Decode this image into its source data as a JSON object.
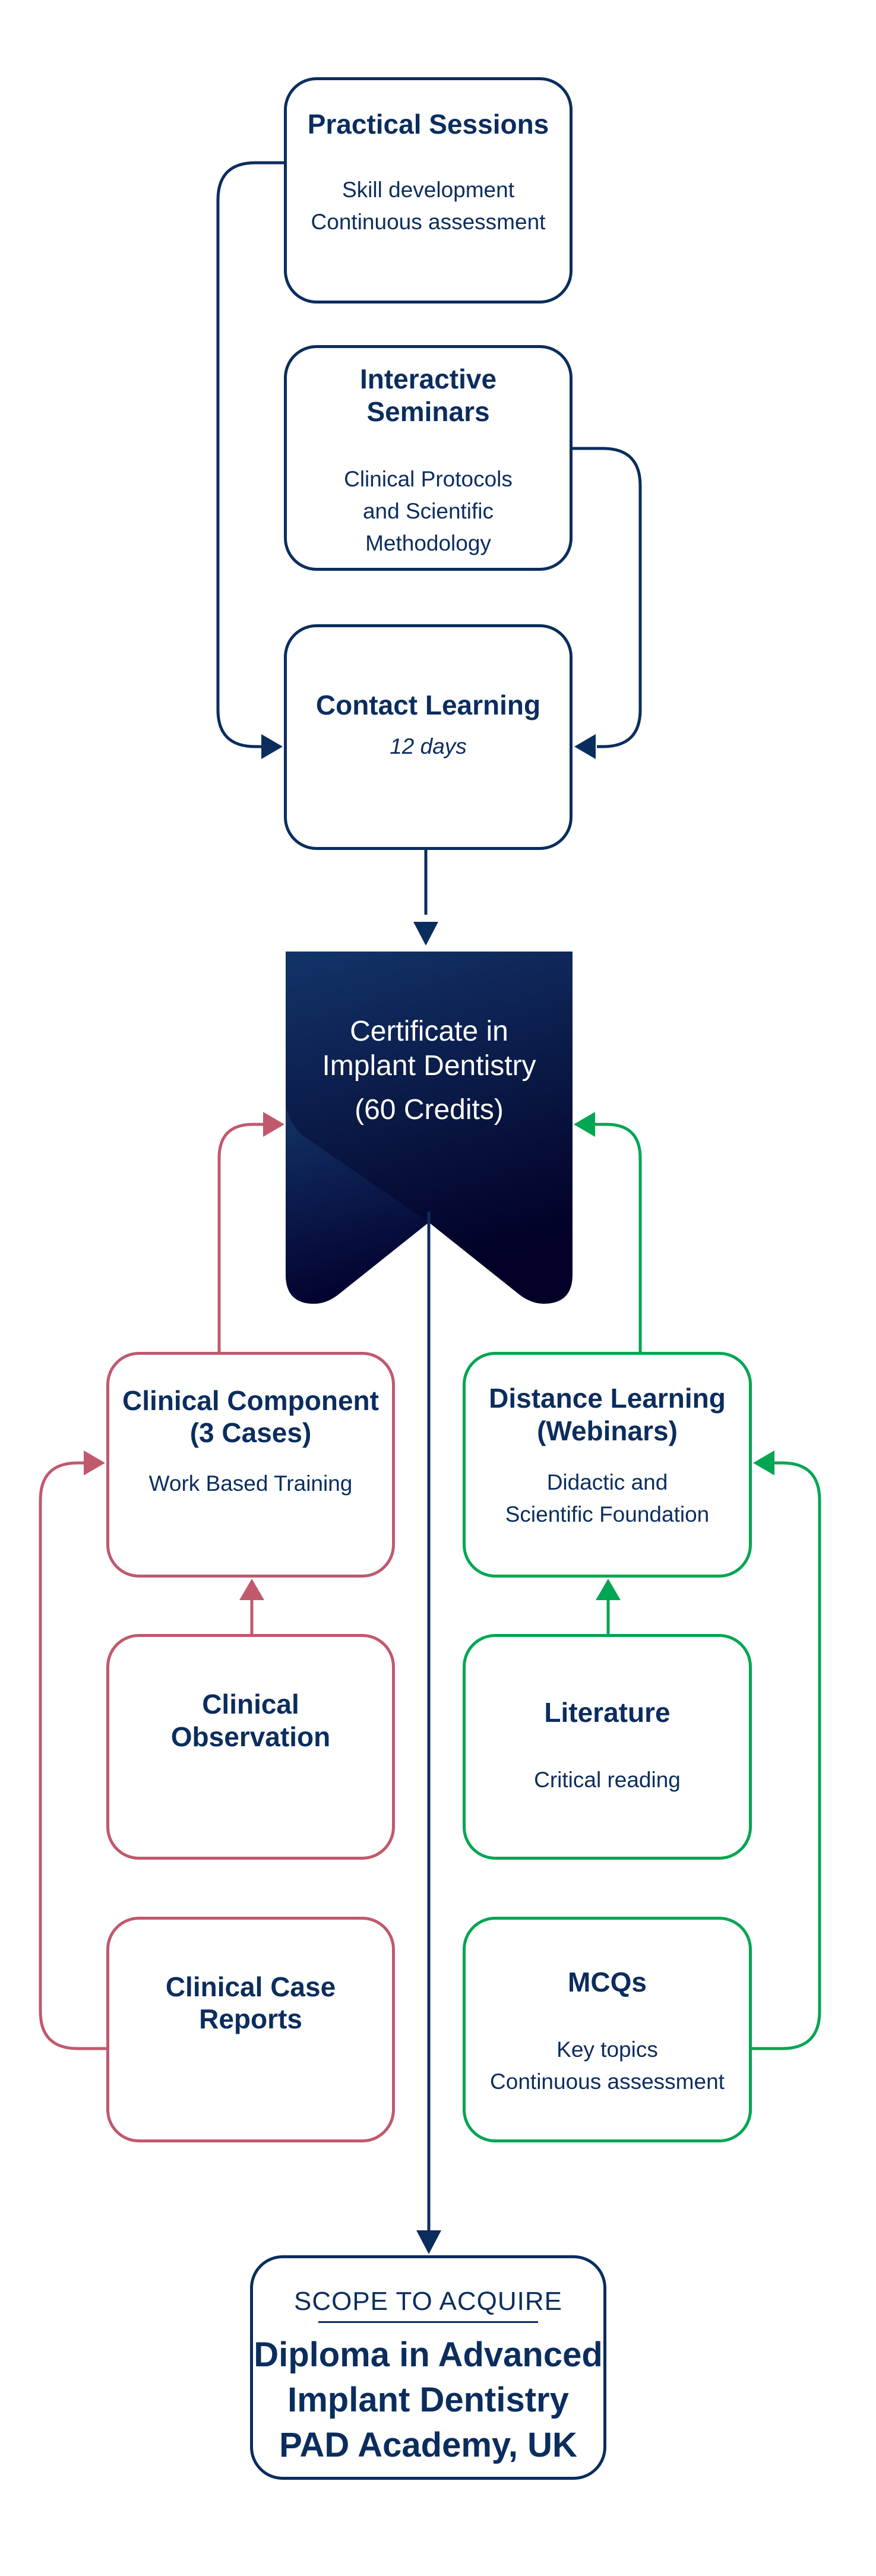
{
  "colors": {
    "navy": "#0b2d5e",
    "red": "#c0596c",
    "green": "#00a651"
  },
  "practical": {
    "title": "Practical Sessions",
    "lines": [
      "Skill development",
      "Continuous assessment"
    ]
  },
  "seminars": {
    "title": [
      "Interactive",
      "Seminars"
    ],
    "lines": [
      "Clinical Protocols",
      "and Scientific",
      "Methodology"
    ]
  },
  "contact": {
    "title": "Contact Learning",
    "duration": "12 days"
  },
  "certificate": {
    "lines": [
      "Certificate in",
      "Implant Dentistry",
      "(60 Credits)"
    ]
  },
  "clinical_component": {
    "title": [
      "Clinical Component",
      "(3 Cases)"
    ],
    "lines": [
      "Work Based Training"
    ]
  },
  "clinical_observation": {
    "title": [
      "Clinical",
      "Observation"
    ]
  },
  "clinical_case_reports": {
    "title": [
      "Clinical Case",
      "Reports"
    ]
  },
  "distance_learning": {
    "title": [
      "Distance Learning",
      "(Webinars)"
    ],
    "lines": [
      "Didactic and",
      "Scientific Foundation"
    ]
  },
  "literature": {
    "title": "Literature",
    "lines": [
      "Critical reading"
    ]
  },
  "mcqs": {
    "title": "MCQs",
    "lines": [
      "Key topics",
      "Continuous assessment"
    ]
  },
  "diploma": {
    "label": "SCOPE TO ACQUIRE",
    "lines": [
      "Diploma in Advanced",
      "Implant Dentistry",
      "PAD Academy, UK"
    ]
  }
}
